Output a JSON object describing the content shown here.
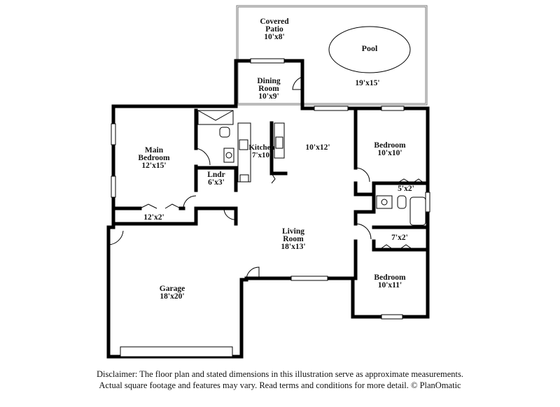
{
  "rooms": {
    "covered_patio": {
      "name_line1": "Covered",
      "name_line2": "Patio",
      "size": "10'x8'"
    },
    "pool": {
      "name": "Pool",
      "size": "19'x15'"
    },
    "dining_room": {
      "name_line1": "Dining",
      "name_line2": "Room",
      "size": "10'x9'"
    },
    "main_bedroom": {
      "name_line1": "Main",
      "name_line2": "Bedroom",
      "size": "12'x15'"
    },
    "kitchen": {
      "name": "Kitchen",
      "size": "7'x10'"
    },
    "family_area": {
      "size": "10'x12'"
    },
    "bedroom_upper": {
      "name": "Bedroom",
      "size": "10'x10'"
    },
    "laundry": {
      "name": "Lndr",
      "size": "6'x3'"
    },
    "closet_right": {
      "size": "5'x2'"
    },
    "closet_main": {
      "size": "12'x2'"
    },
    "living_room": {
      "name_line1": "Living",
      "name_line2": "Room",
      "size": "18'x13'"
    },
    "closet_lower": {
      "size": "7'x2'"
    },
    "garage": {
      "name": "Garage",
      "size": "18'x20'"
    },
    "bedroom_lower": {
      "name": "Bedroom",
      "size": "10'x11'"
    }
  },
  "disclaimer": {
    "line1": "Disclaimer: The floor plan and stated dimensions in this illustration serve as approximate measurements.",
    "line2": "Actual square footage and features may vary. Read terms and conditions for more detail. © PlanOmatic"
  }
}
